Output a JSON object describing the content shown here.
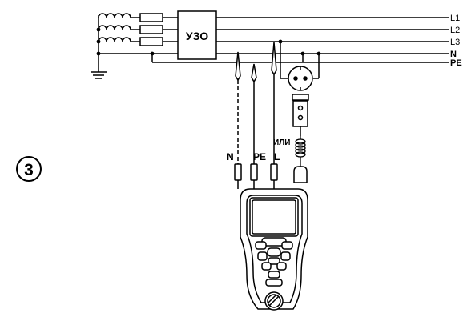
{
  "step_number": "3",
  "rcd_label": "УЗО",
  "conductors": [
    "L1",
    "L2",
    "L3",
    "N",
    "PE"
  ],
  "probe_labels": {
    "n": "N",
    "pe": "PE",
    "l": "L"
  },
  "alternative_label": "ИЛИ"
}
